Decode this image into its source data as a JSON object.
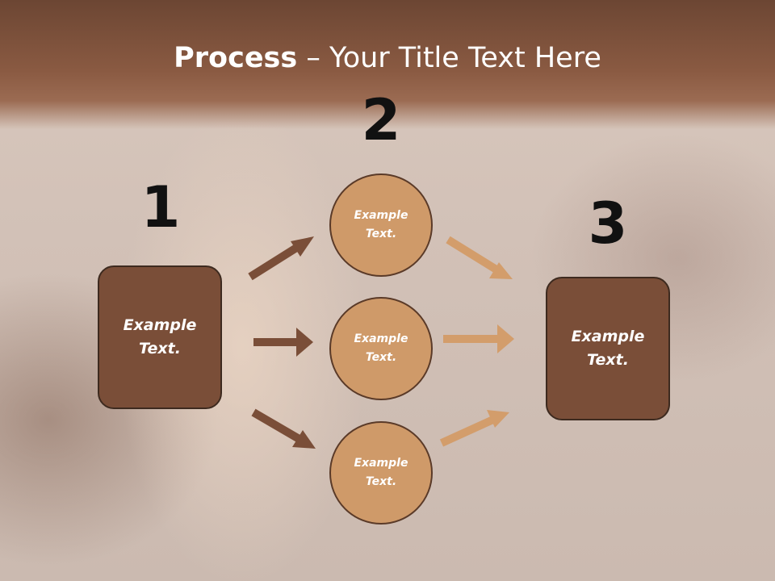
{
  "title": {
    "bold": "Process",
    "rest": " – Your Title Text Here"
  },
  "steps": {
    "one": {
      "number": "1",
      "label": "Example Text."
    },
    "two": {
      "number": "2",
      "circles": [
        {
          "label": "Example Text."
        },
        {
          "label": "Example Text."
        },
        {
          "label": "Example Text."
        }
      ]
    },
    "three": {
      "number": "3",
      "label": "Example Text."
    }
  },
  "colors": {
    "dark_box": "#7a4e38",
    "circle_fill": "#cf9a69",
    "arrow_dark": "#7a4e38",
    "arrow_light": "#d39d6b",
    "title_band": "#8a5a42"
  }
}
